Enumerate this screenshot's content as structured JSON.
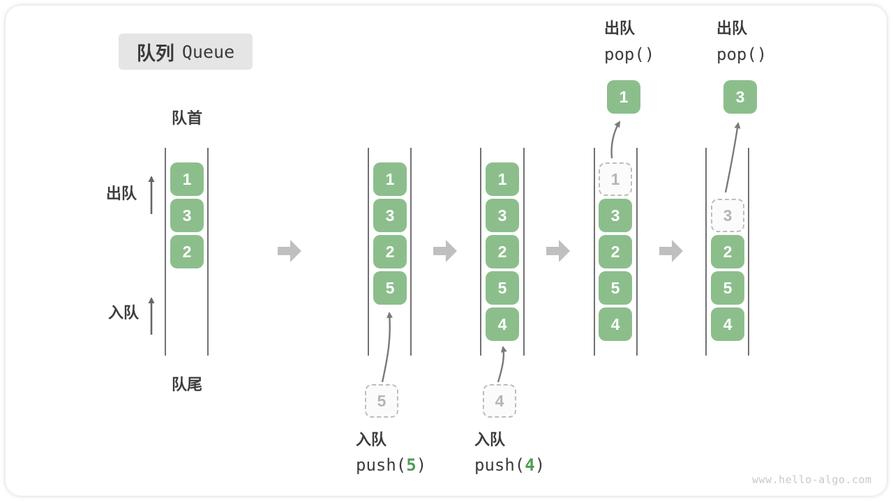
{
  "title": {
    "zh": "队列",
    "en": "Queue"
  },
  "side_labels": {
    "front": "队首",
    "rear": "队尾",
    "dequeue": "出队",
    "enqueue": "入队"
  },
  "states": [
    {
      "items": [
        "1",
        "3",
        "2"
      ]
    },
    {
      "items": [
        "1",
        "3",
        "2",
        "5"
      ],
      "incoming": "5"
    },
    {
      "items": [
        "1",
        "3",
        "2",
        "5",
        "4"
      ],
      "incoming": "4"
    },
    {
      "removed": "1",
      "items": [
        "3",
        "2",
        "5",
        "4"
      ],
      "popped": "1"
    },
    {
      "removed": "3",
      "items": [
        "2",
        "5",
        "4"
      ],
      "popped": "3"
    }
  ],
  "pop_ops": [
    {
      "label": "出队",
      "code": "pop()"
    },
    {
      "label": "出队",
      "code": "pop()"
    }
  ],
  "push_ops": [
    {
      "label": "入队",
      "code_pre": "push(",
      "arg": "5",
      "code_post": ")"
    },
    {
      "label": "入队",
      "code_pre": "push(",
      "arg": "4",
      "code_post": ")"
    }
  ],
  "watermark": "www.hello-algo.com",
  "colors": {
    "item_green": "#8cbe8c",
    "arg_green": "#4e9e55",
    "dashed_gray": "#bdbdbd",
    "block_arrow_gray": "#bfbfbf",
    "line_dark": "#4d4d4d",
    "title_bg": "#e5e5e5"
  }
}
